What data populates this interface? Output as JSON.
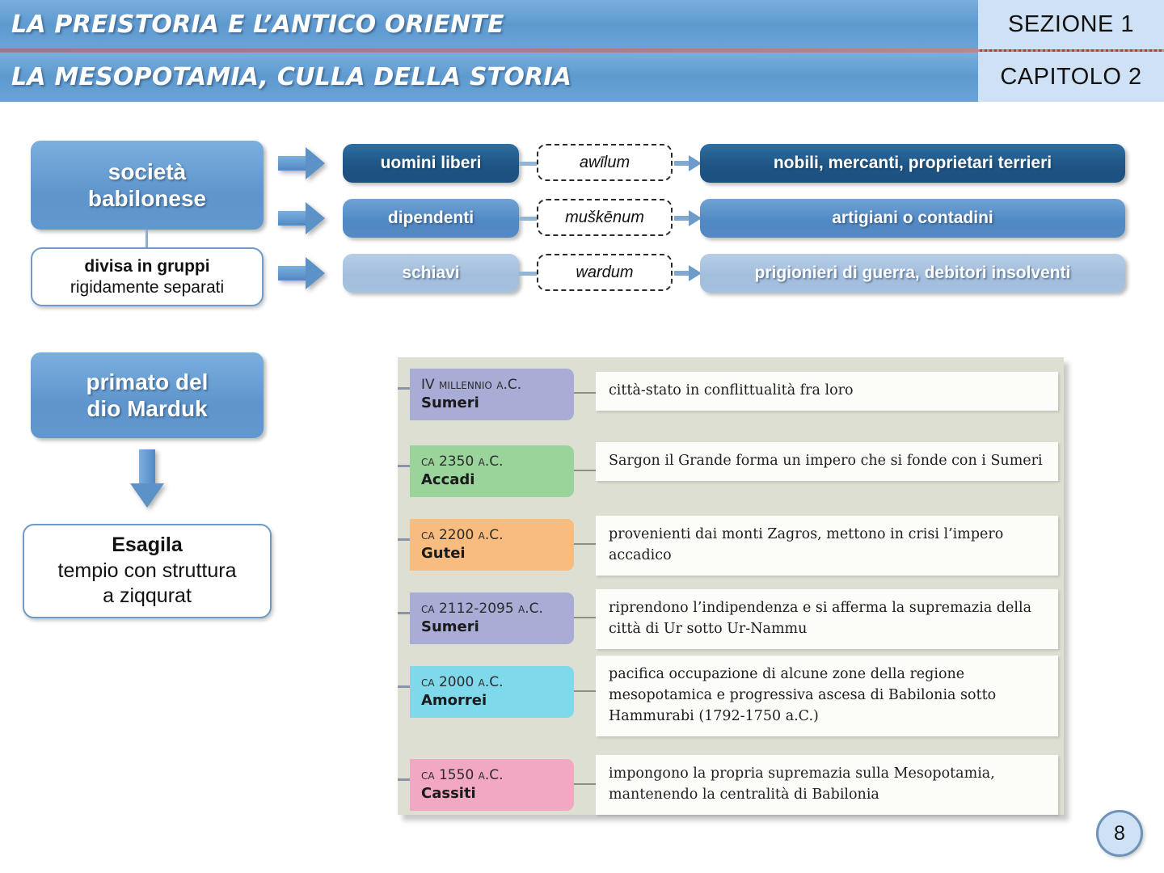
{
  "header": {
    "line1": "LA PREISTORIA E L’ANTICO ORIENTE",
    "line2": "LA MESOPOTAMIA, CULLA DELLA STORIA",
    "section": "SEZIONE 1",
    "chapter": "CAPITOLO 2",
    "band_color": "#5E9AD0",
    "right_panel_color": "#CFE1F5",
    "separator_color": "#C0392B"
  },
  "society": {
    "main_label_line1": "società",
    "main_label_line2": "babilonese",
    "note_bold": "divisa in gruppi",
    "note_plain": "rigidamente separati",
    "classes": [
      {
        "name": "uomini liberi",
        "akkadian": "awīlum",
        "members": "nobili, mercanti, proprietari terrieri",
        "color": "#1B5080"
      },
      {
        "name": "dipendenti",
        "akkadian": "muškēnum",
        "members": "artigiani o contadini",
        "color": "#5589C2"
      },
      {
        "name": "schiavi",
        "akkadian": "wardum",
        "members": "prigionieri di guerra, debitori insolventi",
        "color": "#A6C1DF"
      }
    ]
  },
  "religion": {
    "primacy_line1": "primato del",
    "primacy_line2": "dio Marduk",
    "temple_bold": "Esagila",
    "temple_line1": "tempio con struttura",
    "temple_line2": "a ziqqurat"
  },
  "timeline": {
    "panel_color": "#DDDFD2",
    "rows": [
      {
        "era": "IV millennio a.C.",
        "people": "Sumeri",
        "description": "città-stato in conflittualità fra loro",
        "color": "#A9ACD4"
      },
      {
        "era": "ca 2350 a.C.",
        "people": "Accadi",
        "description": "Sargon il Grande forma un impero che si fonde con i Sumeri",
        "color": "#9BD49B"
      },
      {
        "era": "ca 2200 a.C.",
        "people": "Gutei",
        "description": "provenienti dai monti Zagros, mettono in crisi l’impero accadico",
        "color": "#F7BC7E"
      },
      {
        "era": "ca 2112-2095 a.C.",
        "people": "Sumeri",
        "description": "riprendono l’indipendenza e si afferma la supremazia della città di Ur sotto Ur-Nammu",
        "color": "#A9ACD4"
      },
      {
        "era": "ca 2000 a.C.",
        "people": "Amorrei",
        "description": "pacifica occupazione di alcune zone della regione mesopotamica e progressiva ascesa di Babilonia sotto Hammurabi (1792-1750 a.C.)",
        "color": "#7FD9EA"
      },
      {
        "era": "ca 1550 a.C.",
        "people": "Cassiti",
        "description": "impongono la propria supremazia sulla Mesopotamia, mantenendo la centralità di Babilonia",
        "color": "#F2A8C2"
      }
    ]
  },
  "footer": {
    "page_number": "8"
  }
}
